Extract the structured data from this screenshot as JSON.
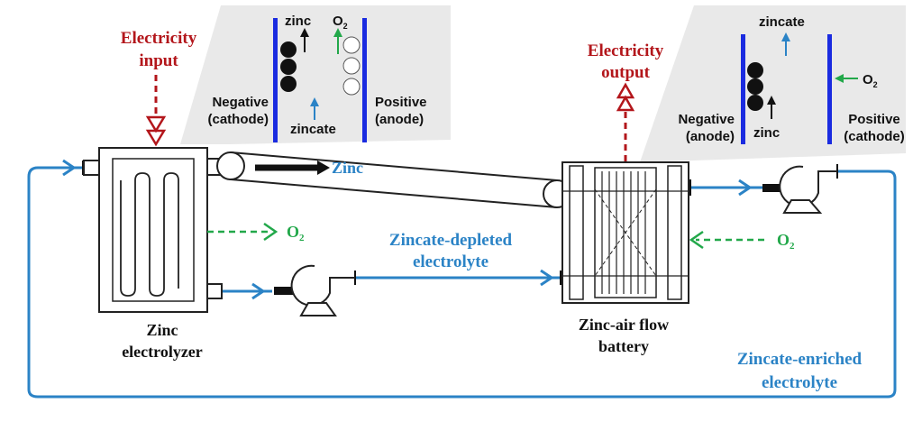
{
  "colors": {
    "electricity": "#b3161b",
    "electrolyte_flow": "#2b83c6",
    "oxygen": "#22a84a",
    "electrode": "#1a2be0",
    "inset_background": "#e9e9e9",
    "equipment_outline": "#222222"
  },
  "electrolyzer": {
    "electricity_label_line1": "Electricity",
    "electricity_label_line2": "input",
    "name_line1": "Zinc",
    "name_line2": "electrolyzer",
    "o2_label": "O",
    "o2_subscript": "2"
  },
  "battery": {
    "electricity_label_line1": "Electricity",
    "electricity_label_line2": "output",
    "name_line1": "Zinc-air flow",
    "name_line2": "battery",
    "o2_label": "O",
    "o2_subscript": "2"
  },
  "conveyor": {
    "zinc_label": "Zinc"
  },
  "flows": {
    "depleted_line1": "Zincate-depleted",
    "depleted_line2": "electrolyte",
    "enriched_line1": "Zincate-enriched",
    "enriched_line2": "electrolyte"
  },
  "inset_left": {
    "zinc_label": "zinc",
    "o2_label": "O",
    "o2_subscript": "2",
    "zincate_label": "zincate",
    "negative_line1": "Negative",
    "negative_line2": "(cathode)",
    "positive_line1": "Positive",
    "positive_line2": "(anode)"
  },
  "inset_right": {
    "zincate_label": "zincate",
    "o2_label": "O",
    "o2_subscript": "2",
    "zinc_label": "zinc",
    "negative_line1": "Negative",
    "negative_line2": "(anode)",
    "positive_line1": "Positive",
    "positive_line2": "(cathode)"
  }
}
